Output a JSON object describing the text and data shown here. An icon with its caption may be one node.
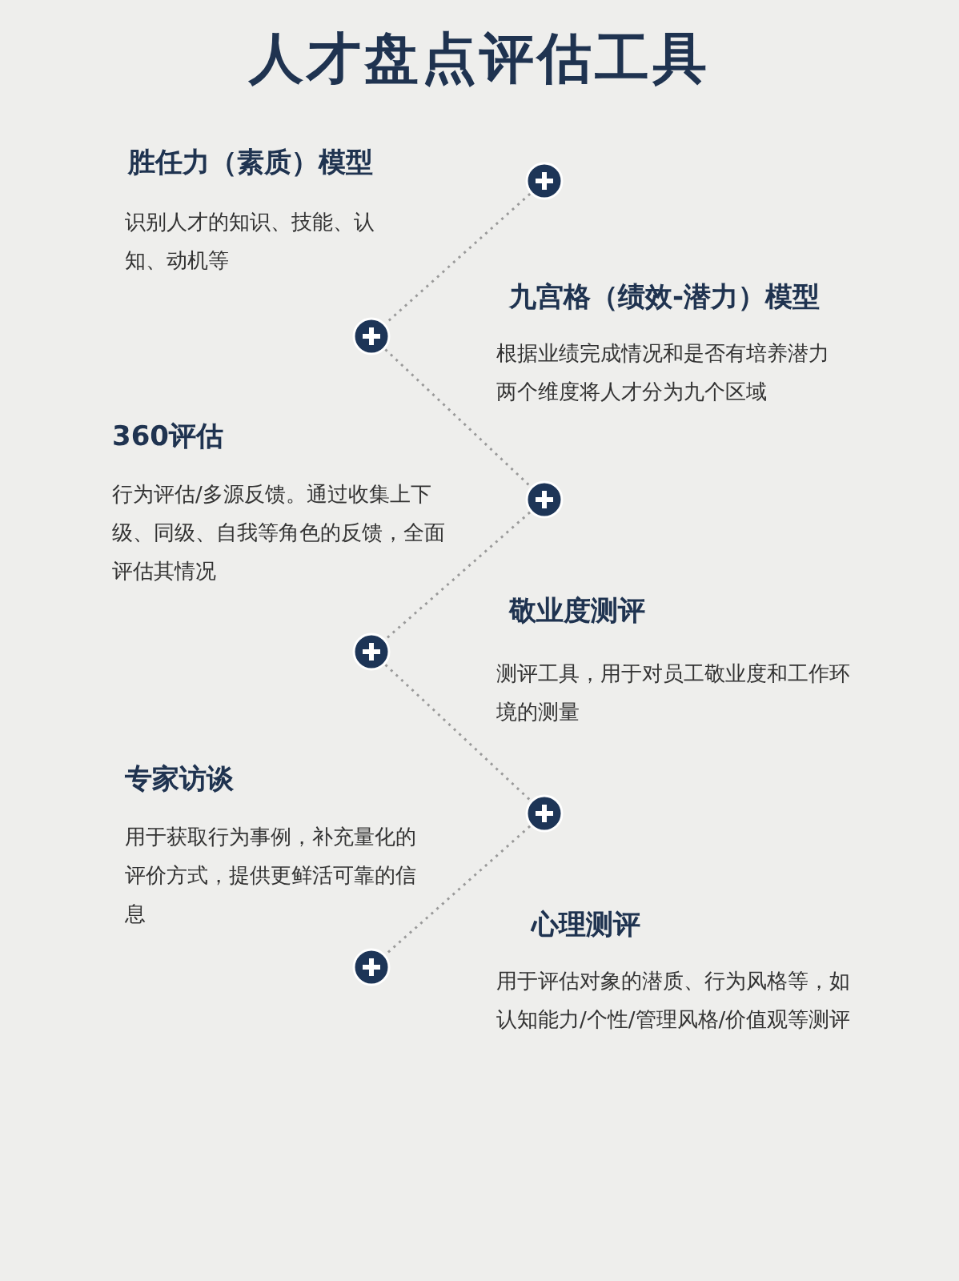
{
  "diagram": {
    "title": "人才盘点评估工具",
    "nodes": [
      {
        "text": [],
        "shape": "circle",
        "beside": [
          "胜任力（素质）模型",
          "识别人才的知识、技能、认知、动机等"
        ]
      },
      {
        "text": [],
        "shape": "circle",
        "beside": [
          "九宫格（绩效-潜力）模型",
          "根据业绩完成情况和是否有培养潜力两个维度将人才分为九个区域"
        ]
      },
      {
        "text": [],
        "shape": "circle",
        "beside": [
          "360评估",
          "行为评估/多源反馈。通过收集上下级、同级、自我等角色的反馈，全面评估其情况"
        ]
      },
      {
        "text": [],
        "shape": "circle",
        "beside": [
          "敬业度测评",
          "测评工具，用于对员工敬业度和工作环境的测量"
        ]
      },
      {
        "text": [],
        "shape": "circle",
        "beside": [
          "专家访谈",
          "用于获取行为事例，补充量化的评价方式，提供更鲜活可靠的信息"
        ]
      },
      {
        "text": [],
        "shape": "circle",
        "beside": [
          "心理测评",
          "用于评估对象的潜质、行为风格等，如认知能力/个性/管理风格/价值观等测评"
        ]
      }
    ],
    "edges": [
      {
        "from": 0,
        "to": 1,
        "arrow": "none",
        "style": "dashed"
      },
      {
        "from": 1,
        "to": 2,
        "arrow": "none",
        "style": "dashed"
      },
      {
        "from": 2,
        "to": 3,
        "arrow": "none",
        "style": "dashed"
      },
      {
        "from": 3,
        "to": 4,
        "arrow": "none",
        "style": "dashed"
      },
      {
        "from": 4,
        "to": 5,
        "arrow": "none",
        "style": "dashed"
      }
    ]
  }
}
